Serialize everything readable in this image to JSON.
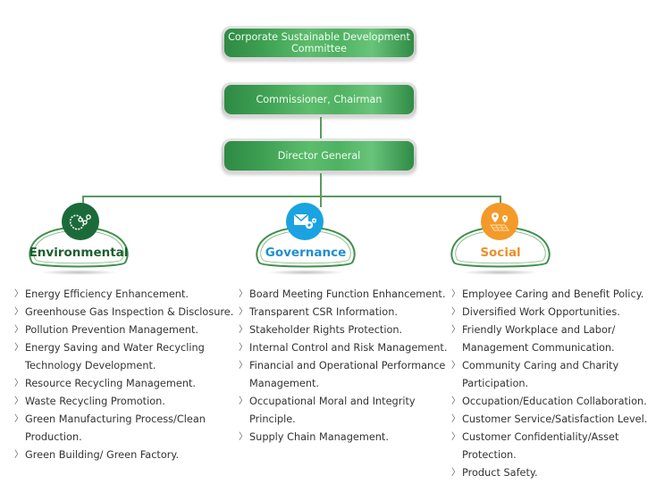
{
  "hierarchy": {
    "committee": {
      "line1": "Corporate Sustainable Development",
      "line2": "Committee"
    },
    "commissioner": "Commissioner, Chairman",
    "director": "Director General"
  },
  "pillars": [
    {
      "title": "Environmental",
      "icon": "molecule-leaf-icon",
      "color": "#1b6b3a",
      "title_color": "#1e5e2e",
      "items": [
        {
          "lines": [
            "Energy Efficiency Enhancement."
          ]
        },
        {
          "lines": [
            "Greenhouse Gas Inspection & Disclosure."
          ]
        },
        {
          "lines": [
            "Pollution Prevention Management."
          ]
        },
        {
          "lines": [
            "Energy Saving and Water Recycling",
            "Technology Development."
          ]
        },
        {
          "lines": [
            "Resource Recycling Management."
          ]
        },
        {
          "lines": [
            "Waste Recycling Promotion."
          ]
        },
        {
          "lines": [
            "Green Manufacturing Process/Clean",
            "Production."
          ]
        },
        {
          "lines": [
            "Green Building/ Green Factory."
          ]
        }
      ]
    },
    {
      "title": "Governance",
      "icon": "mail-gears-icon",
      "color": "#1aa3e0",
      "title_color": "#1f8fd0",
      "items": [
        {
          "lines": [
            "Board Meeting Function Enhancement."
          ]
        },
        {
          "lines": [
            "Transparent CSR Information."
          ]
        },
        {
          "lines": [
            "Stakeholder Rights Protection."
          ]
        },
        {
          "lines": [
            "Internal Control and Risk Management."
          ]
        },
        {
          "lines": [
            "Financial and Operational Performance",
            "Management."
          ]
        },
        {
          "lines": [
            "Occupational Moral and Integrity",
            "Principle."
          ]
        },
        {
          "lines": [
            "Supply Chain Management."
          ]
        }
      ]
    },
    {
      "title": "Social",
      "icon": "map-pins-icon",
      "color": "#f39a2a",
      "title_color": "#e8912a",
      "items": [
        {
          "lines": [
            "Employee Caring and Benefit Policy."
          ]
        },
        {
          "lines": [
            "Diversified Work Opportunities."
          ]
        },
        {
          "lines": [
            "Friendly Workplace and Labor/",
            "Management Communication."
          ]
        },
        {
          "lines": [
            "Community Caring and Charity",
            "Participation."
          ]
        },
        {
          "lines": [
            "Occupation/Education Collaboration."
          ]
        },
        {
          "lines": [
            "Customer Service/Satisfaction Level."
          ]
        },
        {
          "lines": [
            "Customer Confidentiality/Asset",
            "Protection."
          ]
        },
        {
          "lines": [
            "Product Safety."
          ]
        }
      ]
    }
  ],
  "bullet_glyph": "〉",
  "colors": {
    "connector": "#5b9a61",
    "box_green": "#3d9f52",
    "pillow_outline": "#3f8f4a"
  }
}
